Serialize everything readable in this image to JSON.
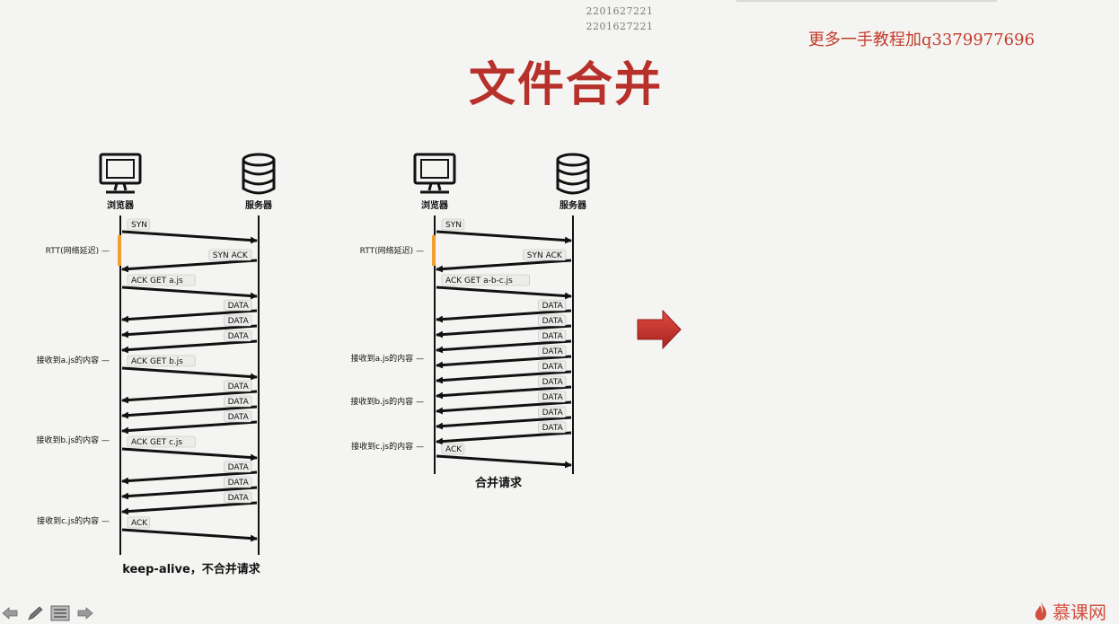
{
  "watermark": {
    "line1": "2201627221",
    "line2": "2201627221"
  },
  "ad_text": "更多一手教程加q3379977696",
  "title": "文件合并",
  "left_diagram": {
    "browser_label": "浏览器",
    "server_label": "服务器",
    "rtt_label": "RTT(网络延迟)",
    "caption": "keep-alive，不合并请求",
    "messages": [
      "SYN",
      "SYN ACK",
      "ACK GET a.js",
      "DATA",
      "DATA",
      "DATA",
      "ACK GET b.js",
      "DATA",
      "DATA",
      "DATA",
      "ACK GET c.js",
      "DATA",
      "DATA",
      "DATA",
      "ACK"
    ],
    "side_notes": [
      "接收到a.js的内容",
      "接收到b.js的内容",
      "接收到c.js的内容"
    ]
  },
  "right_diagram": {
    "browser_label": "浏览器",
    "server_label": "服务器",
    "rtt_label": "RTT(网络延迟)",
    "caption": "合并请求",
    "messages": [
      "SYN",
      "SYN ACK",
      "ACK GET a-b-c.js",
      "DATA",
      "DATA",
      "DATA",
      "DATA",
      "DATA",
      "DATA",
      "DATA",
      "DATA",
      "DATA",
      "ACK"
    ],
    "side_notes": [
      "接收到a.js的内容",
      "接收到b.js的内容",
      "接收到c.js的内容"
    ]
  },
  "arrow_color": "#c0302a",
  "title_color": "#b8302a",
  "brand": {
    "name": "慕课网"
  },
  "toolbar": {
    "icons": [
      "back-arrow-icon",
      "pen-icon",
      "menu-icon",
      "forward-arrow-icon"
    ]
  }
}
